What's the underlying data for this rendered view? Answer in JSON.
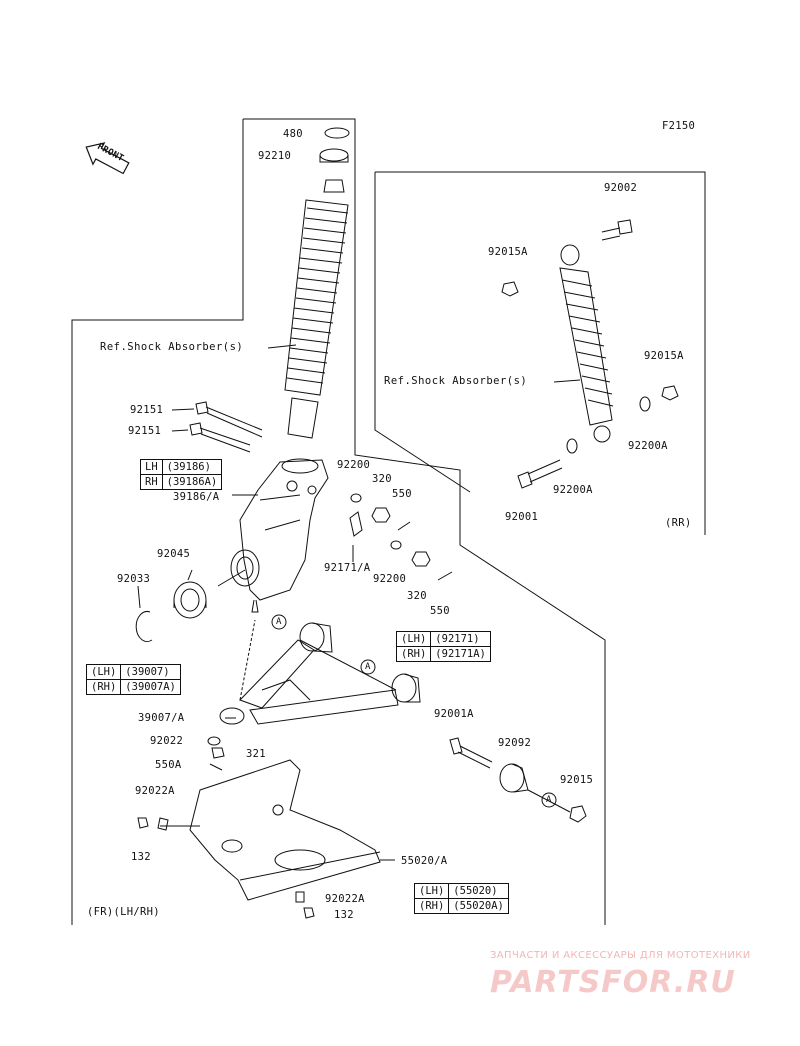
{
  "figure_code": "F2150",
  "front_label": "FRONT",
  "references": {
    "front_shock": "Ref.Shock Absorber(s)",
    "rear_shock": "Ref.Shock Absorber(s)"
  },
  "section_labels": {
    "front": "(FR)(LH/RH)",
    "rear": "(RR)"
  },
  "part_labels": {
    "p480": "480",
    "p92210": "92210",
    "p92002": "92002",
    "p92015A_top": "92015A",
    "p92015A_right": "92015A",
    "p92200A_1": "92200A",
    "p92200A_2": "92200A",
    "p92001": "92001",
    "p92151_a": "92151",
    "p92151_b": "92151",
    "p92200_a": "92200",
    "p320_a": "320",
    "p550_a": "550",
    "p39186A_slash": "39186/A",
    "p92045": "92045",
    "p92033": "92033",
    "p92171A_slash": "92171/A",
    "p92200_b": "92200",
    "p320_b": "320",
    "p550_b": "550",
    "p39007A_slash": "39007/A",
    "p92022": "92022",
    "p321": "321",
    "p550A": "550A",
    "p92022A_a": "92022A",
    "p132_a": "132",
    "p55020A_slash": "55020/A",
    "p92022A_b": "92022A",
    "p132_b": "132",
    "p92001A": "92001A",
    "p92092": "92092",
    "p92015": "92015",
    "marker_a": "A"
  },
  "variant_tables": {
    "knuckle": [
      {
        "side": "LH",
        "part": "(39186)"
      },
      {
        "side": "RH",
        "part": "(39186A)"
      }
    ],
    "arm_pivot": [
      {
        "side": "(LH)",
        "part": "(92171)"
      },
      {
        "side": "(RH)",
        "part": "(92171A)"
      }
    ],
    "a_arm": [
      {
        "side": "(LH)",
        "part": "(39007)"
      },
      {
        "side": "(RH)",
        "part": "(39007A)"
      }
    ],
    "guard": [
      {
        "side": "(LH)",
        "part": "(55020)"
      },
      {
        "side": "(RH)",
        "part": "(55020A)"
      }
    ]
  },
  "watermark": {
    "text": "ЗАПЧАСТИ И АКСЕССУАРЫ ДЛЯ МОТОТЕХНИКИ",
    "logo": "PARTSFOR.RU"
  }
}
